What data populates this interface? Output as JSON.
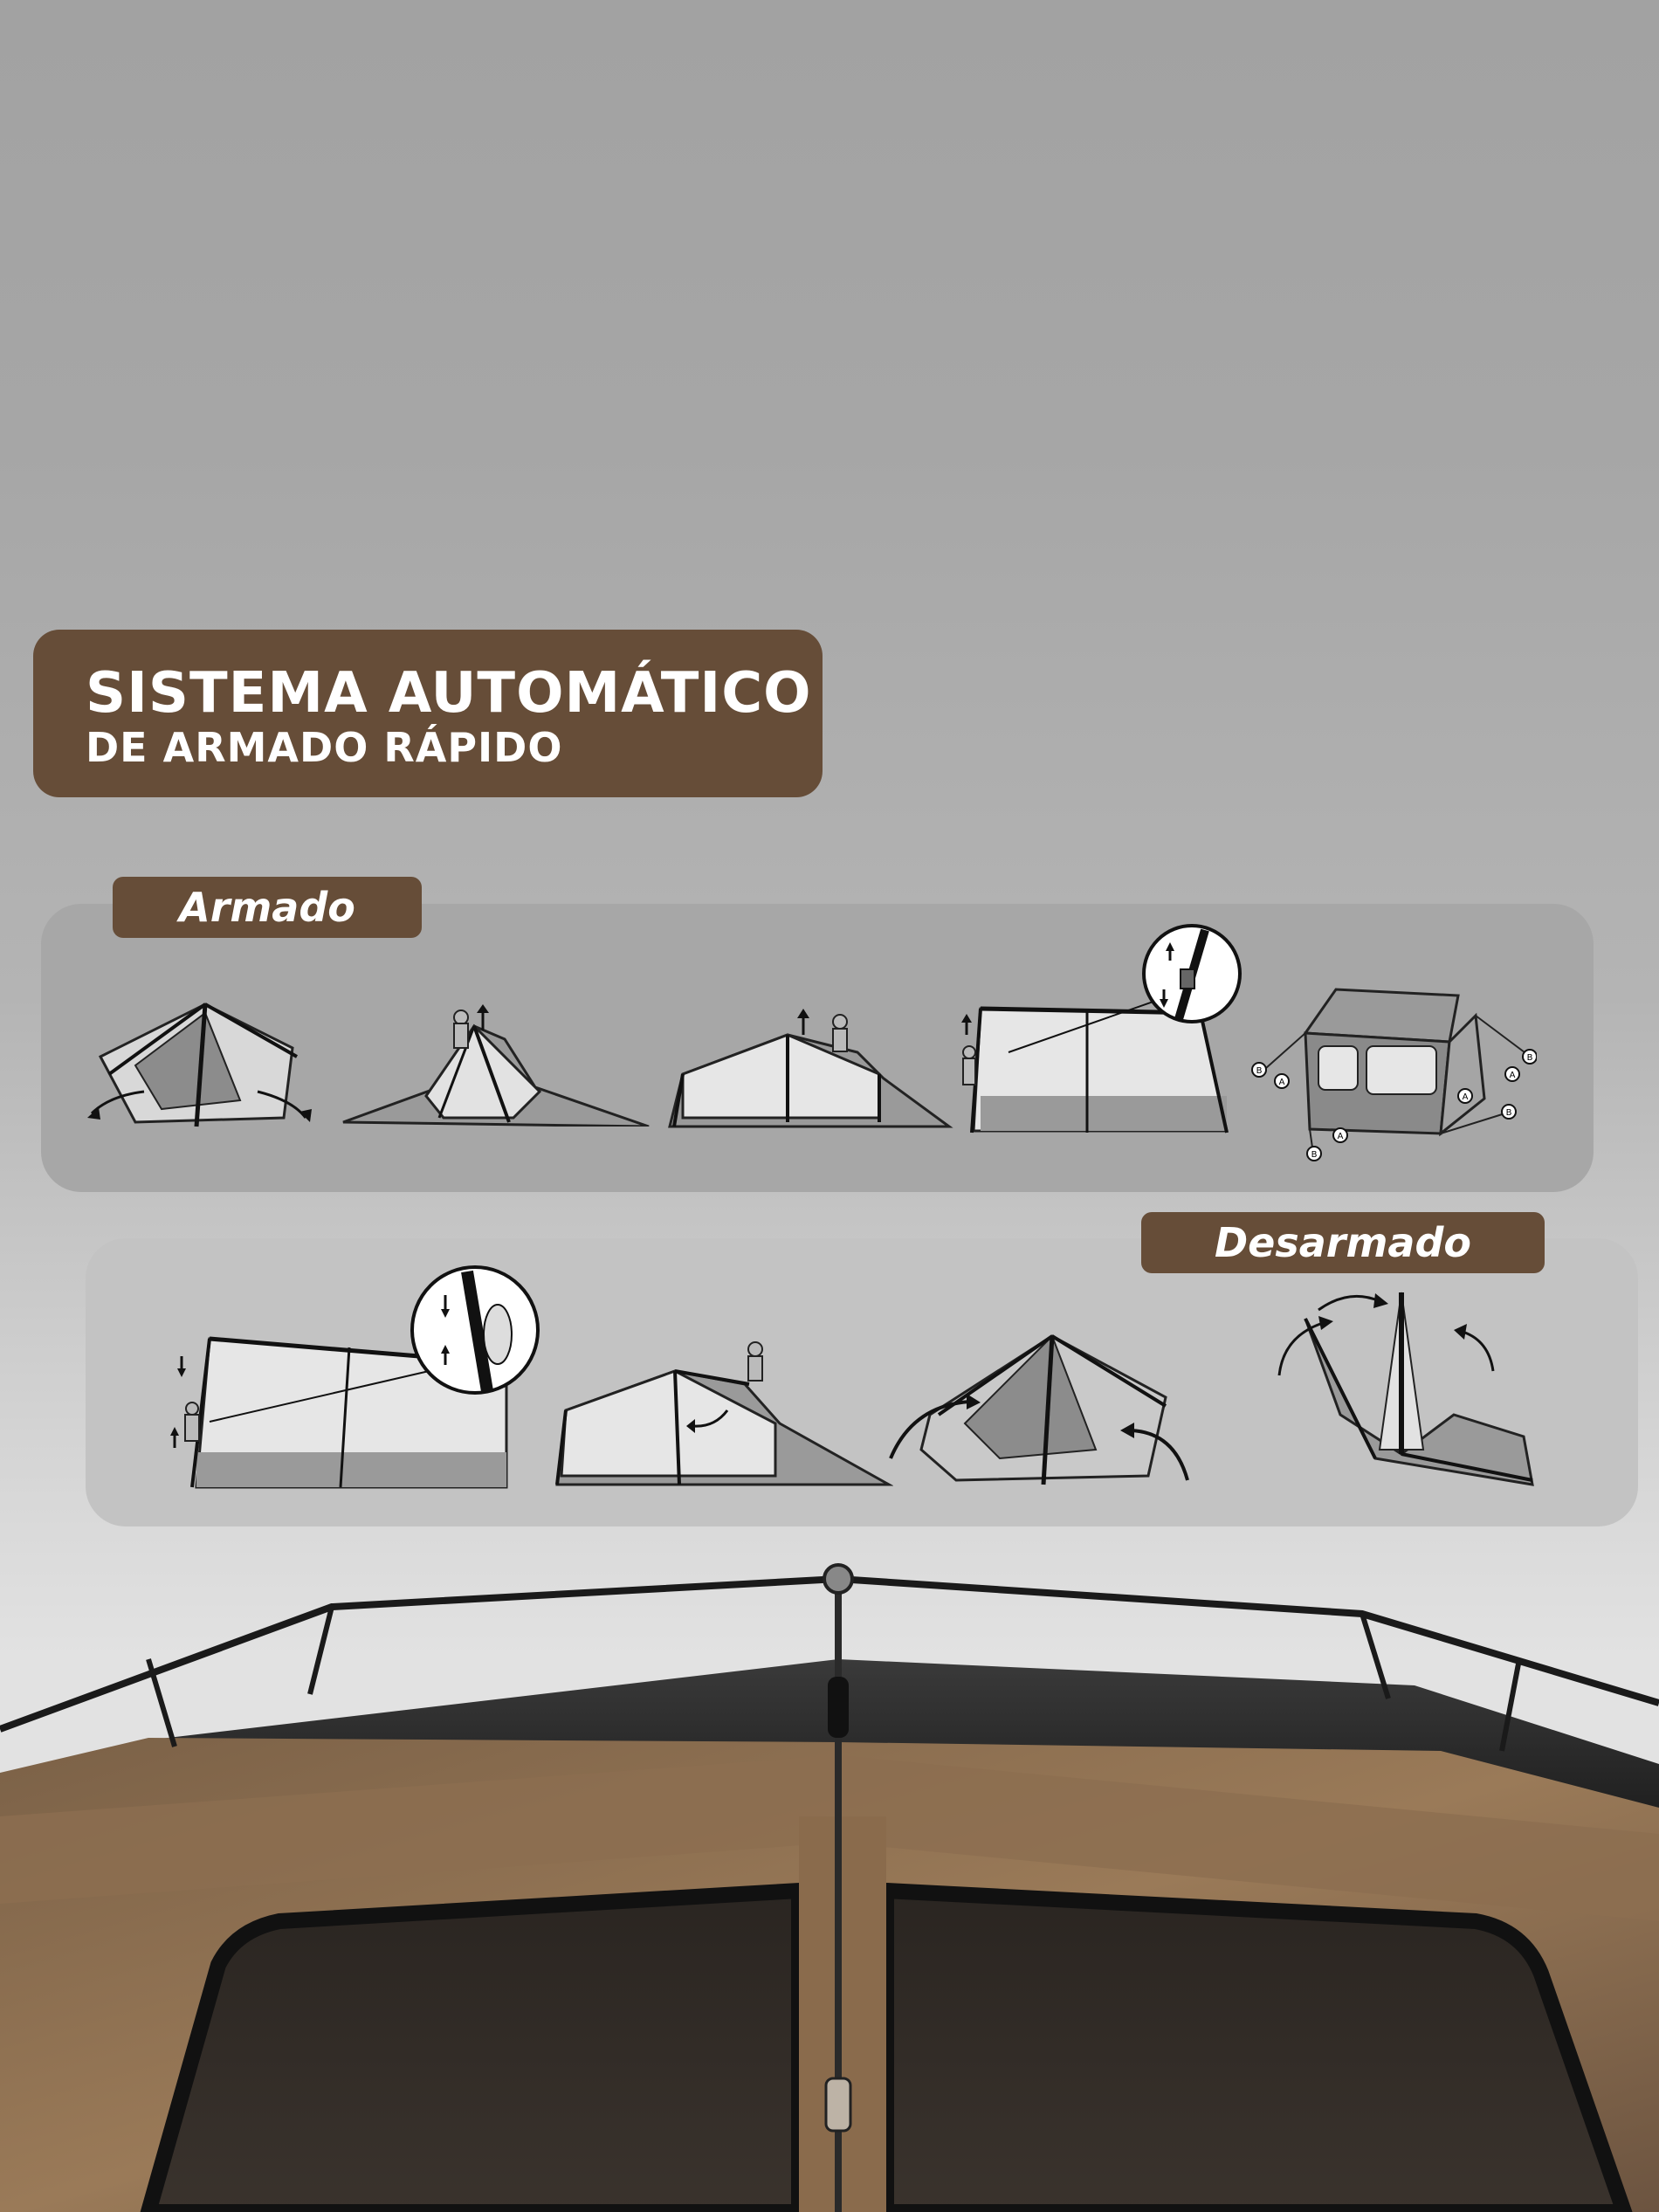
{
  "title": {
    "line1": "SISTEMA AUTOMÁTICO",
    "line2": "DE ARMADO RÁPIDO"
  },
  "sections": {
    "armado": {
      "label": "Armado",
      "steps": 5
    },
    "desarmado": {
      "label": "Desarmado",
      "steps": 4
    }
  },
  "diagram_markers": [
    "A",
    "B"
  ],
  "colors": {
    "brand_brown": "#664d38",
    "tent_brown": "#8a6a4a",
    "mesh_dark": "#2e2e2e"
  }
}
